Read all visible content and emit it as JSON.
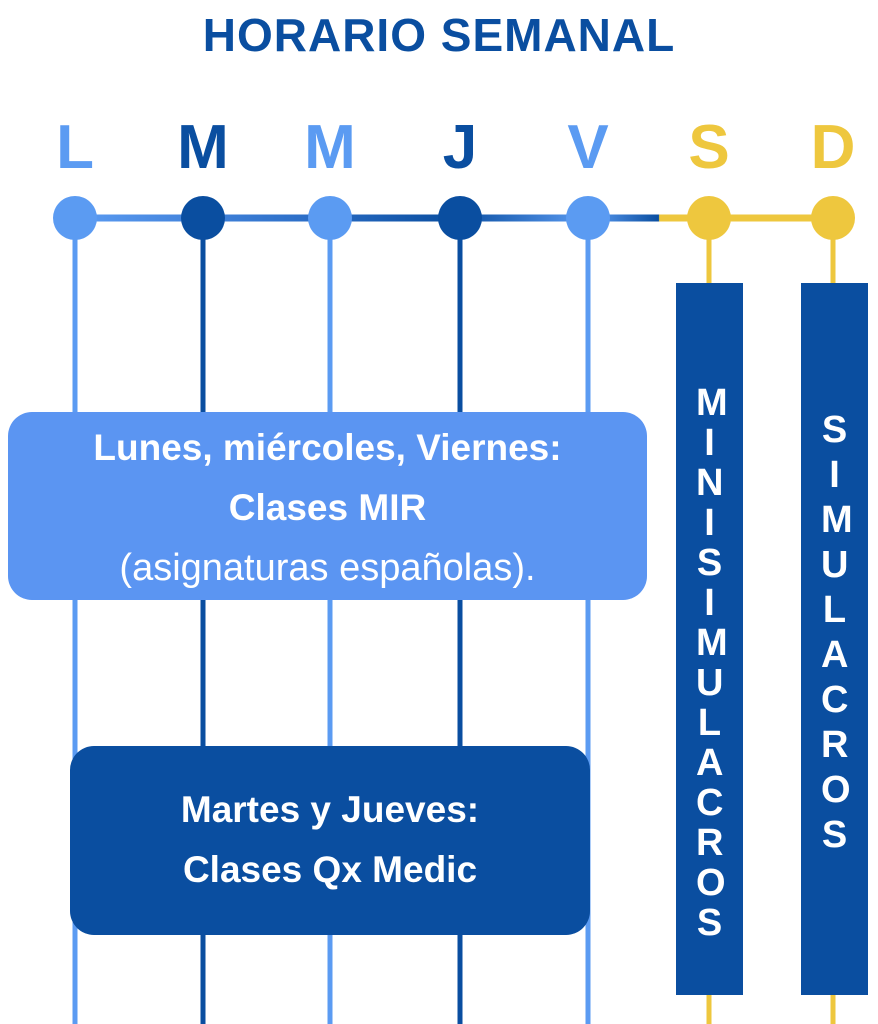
{
  "title": "HORARIO SEMANAL",
  "days": [
    {
      "letter": "L",
      "color": "#5b9bf2"
    },
    {
      "letter": "M",
      "color": "#0a4ea0"
    },
    {
      "letter": "M",
      "color": "#5b9bf2"
    },
    {
      "letter": "J",
      "color": "#0a4ea0"
    },
    {
      "letter": "V",
      "color": "#5b9bf2"
    },
    {
      "letter": "S",
      "color": "#eec73e"
    },
    {
      "letter": "D",
      "color": "#eec73e"
    }
  ],
  "box_lmv": {
    "line1": "Lunes, miércoles, Viernes:",
    "line2": "Clases MIR",
    "line3": "(asignaturas españolas)."
  },
  "box_mj": {
    "line1": "Martes y Jueves:",
    "line2": "Clases Qx Medic"
  },
  "saturday_label": "MINI SIMULACROS",
  "sunday_label": "SIMULACROS",
  "colors": {
    "light": "#5b9bf2",
    "dark": "#0a4ea0",
    "yellow": "#eec73e"
  }
}
